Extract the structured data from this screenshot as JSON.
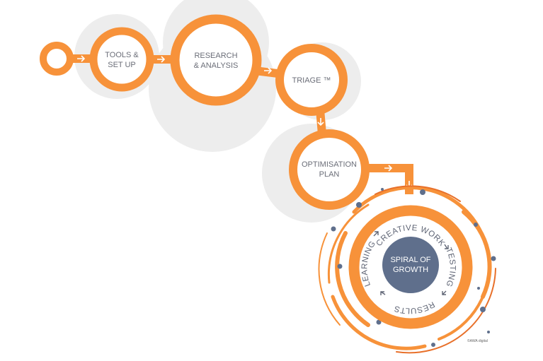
{
  "steps": [
    {
      "label_1": "TOOLS &",
      "label_2": "SET UP"
    },
    {
      "label_1": "RESEARCH",
      "label_2": "& ANALYSIS"
    },
    {
      "label_1": "TRIAGE ™"
    },
    {
      "label_1": "OPTIMISATION",
      "label_2": "PLAN"
    }
  ],
  "spiral": {
    "core_1": "SPIRAL OF",
    "core_2": "GROWTH",
    "cycle": [
      "CREATIVE WORK",
      "TESTING",
      "RESULTS",
      "LEARNING"
    ]
  },
  "watermark": "©AWA digital",
  "colors": {
    "orange": "#f7923a",
    "slate": "#5f6f8c",
    "shadow": "#ececec"
  }
}
